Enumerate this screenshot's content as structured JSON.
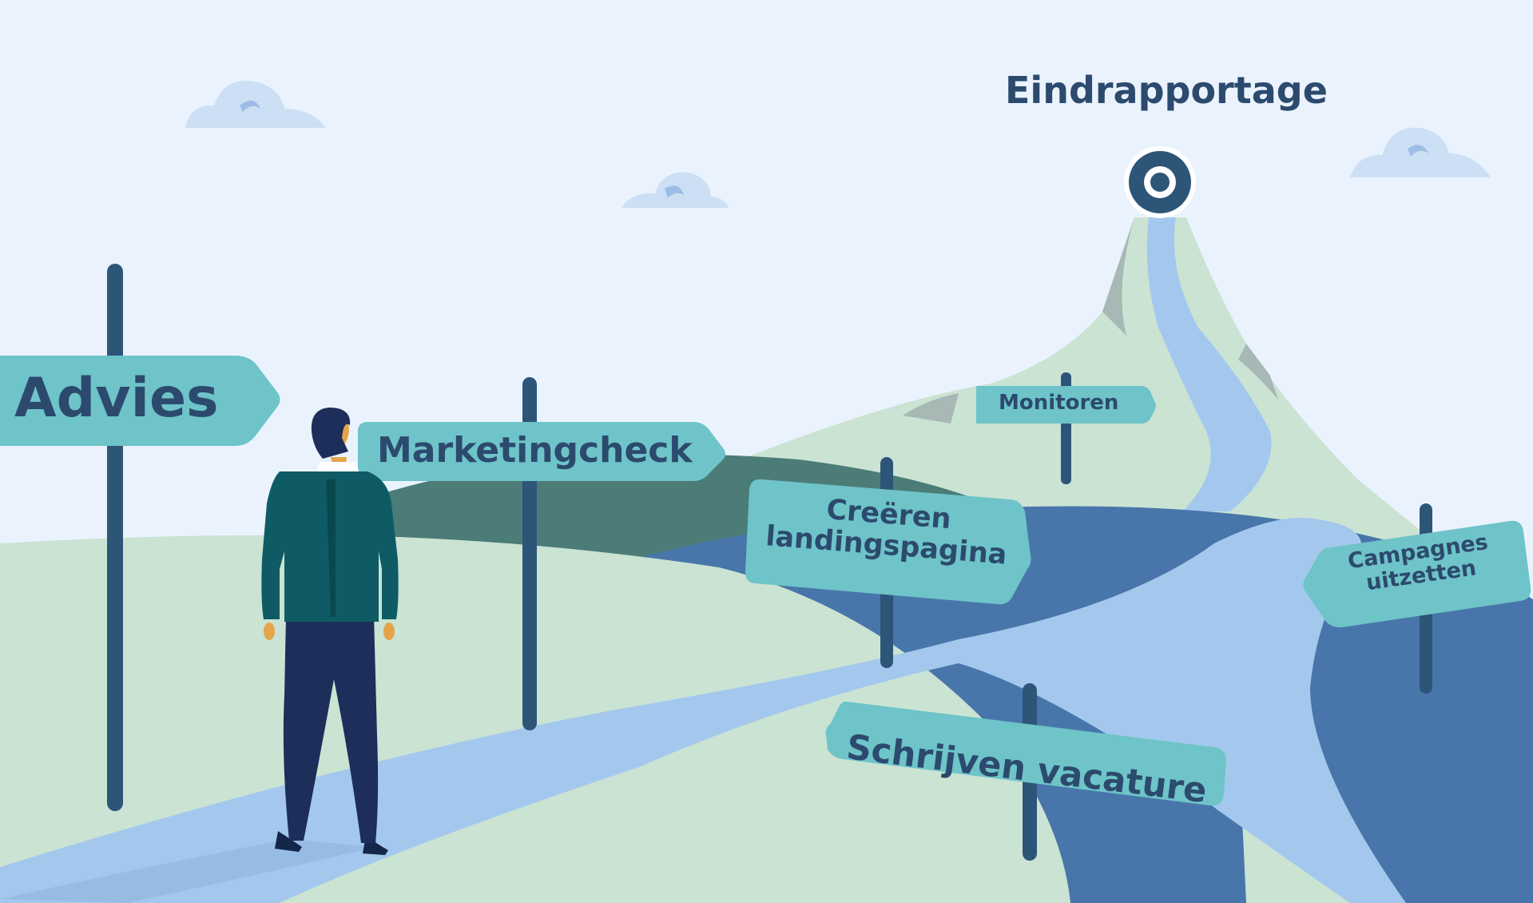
{
  "colors": {
    "sky": "#eaf3fd",
    "sign": "#6ec4c8",
    "post": "#2d5578",
    "text": "#2c4a6e",
    "meadow": "#cae3d3",
    "path": "#a4c8ed",
    "river": "#4876aa",
    "dark_hill": "#4c7c77",
    "suit_jacket": "#0e5b65",
    "suit_trousers": "#1d2e5a"
  },
  "icons": {
    "goal": "target-icon",
    "clouds": "cloud-icon",
    "person": "businessman-figure"
  },
  "signs": {
    "advies": "Advies",
    "marketingcheck": "Marketingcheck",
    "monitoren": "Monitoren",
    "creeren_line1": "Creëren",
    "creeren_line2": "landingspagina",
    "campagnes_line1": "Campagnes",
    "campagnes_line2": "uitzetten",
    "schrijven": "Schrijven vacature"
  },
  "goal": {
    "label": "Eindrapportage"
  }
}
